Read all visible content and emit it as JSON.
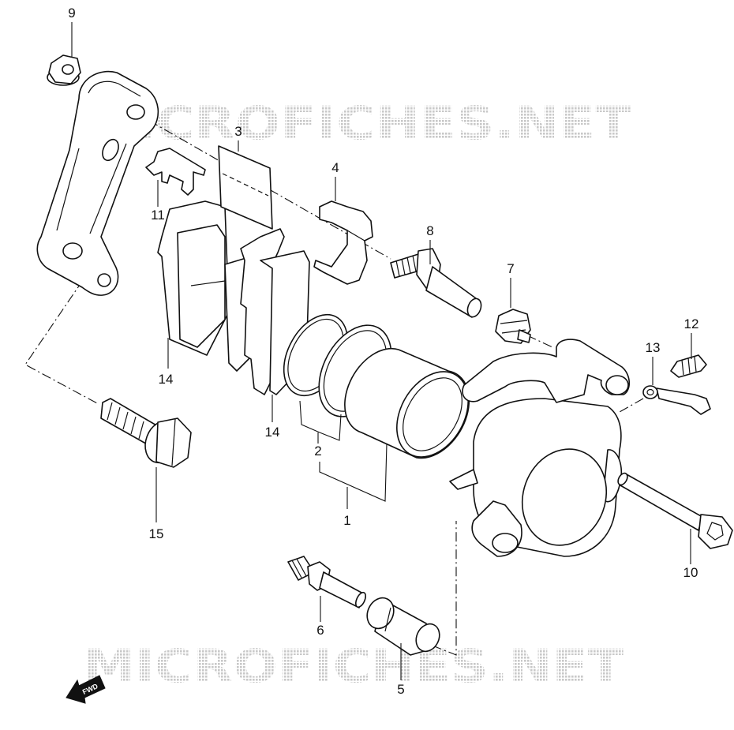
{
  "diagram": {
    "watermark": "MICROFICHES.NET",
    "fwd_label": "FWD",
    "callouts": [
      "9",
      "3",
      "4",
      "11",
      "8",
      "7",
      "12",
      "13",
      "14",
      "14",
      "2",
      "1",
      "15",
      "10",
      "6",
      "5"
    ]
  }
}
